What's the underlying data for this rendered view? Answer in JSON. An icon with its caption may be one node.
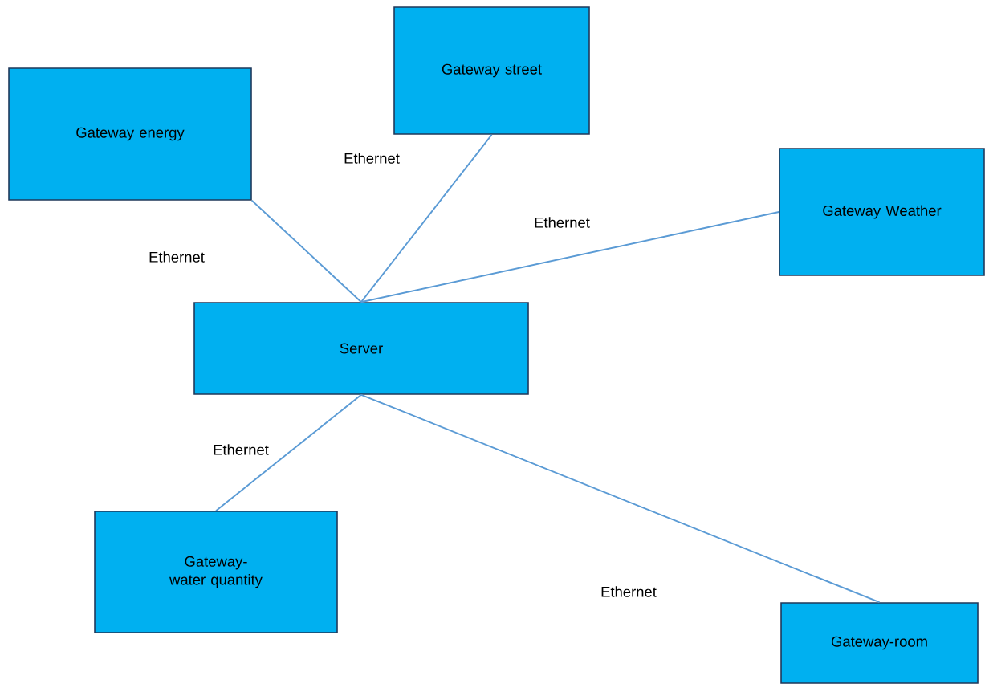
{
  "diagram": {
    "nodes": [
      {
        "text": [
          "Gateway street"
        ]
      },
      {
        "text": [
          "Gateway energy"
        ]
      },
      {
        "text": [
          "Gateway Weather"
        ]
      },
      {
        "text": [
          "Server"
        ]
      },
      {
        "text": [
          "Gateway-water quantity"
        ]
      },
      {
        "text": [
          "Gateway-room"
        ]
      }
    ],
    "edges": [
      {
        "from": 3,
        "to": 0,
        "arrow": "none",
        "label": "Ethernet"
      },
      {
        "from": 3,
        "to": 1,
        "arrow": "none",
        "label": "Ethernet"
      },
      {
        "from": 3,
        "to": 2,
        "arrow": "none",
        "label": "Ethernet"
      },
      {
        "from": 3,
        "to": 4,
        "arrow": "none",
        "label": "Ethernet"
      },
      {
        "from": 3,
        "to": 5,
        "arrow": "none",
        "label": "Ethernet"
      }
    ]
  }
}
